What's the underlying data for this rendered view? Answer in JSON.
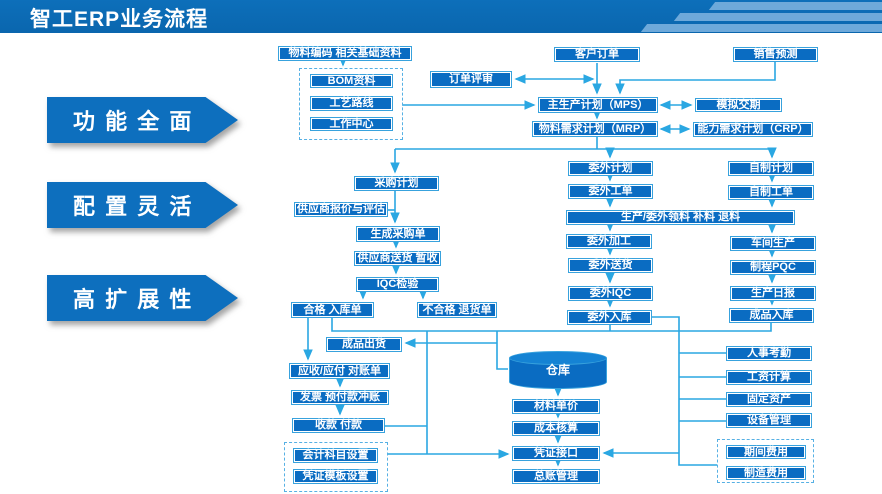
{
  "header": {
    "title": "智工ERP业务流程"
  },
  "ribbons": [
    {
      "label": "功 能 全 面"
    },
    {
      "label": "配 置 灵 活"
    },
    {
      "label": "高 扩 展 性"
    }
  ],
  "colors": {
    "header_bg": "#0a66ae",
    "stripe": "#6ea9da",
    "node_fill": "#0a6cc2",
    "node_border": "#38a2dd",
    "connector": "#2aa7e2",
    "ribbon_fill": "#0d6fbe"
  },
  "nodes": {
    "basic_data": "物料编码  相关基础资料",
    "bom": "BOM资料",
    "routing": "工艺路线",
    "work_center": "工作中心",
    "customer_order": "客户订单",
    "sales_forecast": "销售预测",
    "order_review": "订单评审",
    "mps": "主生产计划（MPS）",
    "delivery_simulation": "模拟交期",
    "mrp": "物料需求计划（MRP）",
    "crp": "能力需求计划（CRP）",
    "purchase_plan": "采购计划",
    "supplier_quote": "供应商报价与评估",
    "create_po": "生成采购单",
    "supplier_delivery": "供应商送货  暂收",
    "iqc": "IQC检验",
    "qualified_receipt": "合格  入库单",
    "unqualified_return": "不合格  退货单",
    "outsource_plan": "委外计划",
    "outsource_order": "委外工单",
    "material_issue": "生产/委外领料  补料  退料",
    "outsource_process": "委外加工",
    "outsource_delivery": "委外送货",
    "outsource_iqc": "委外IQC",
    "outsource_in": "委外入库",
    "self_plan": "自制计划",
    "self_order": "自制工单",
    "workshop": "车间生产",
    "pqc": "制程PQC",
    "daily_report": "生产日报",
    "finished_in": "成品入库",
    "shipment": "成品出货",
    "ar_ap": "应收/应付  对账单",
    "invoice": "发票  预付款冲账",
    "payment": "收款  付款",
    "account_setting": "会计科目设置",
    "voucher_template": "凭证模板设置",
    "warehouse": "仓库",
    "material_price": "材料单价",
    "costing": "成本核算",
    "voucher_interface": "凭证接口",
    "ledger": "总账管理",
    "hr_attendance": "人事考勤",
    "salary": "工资计算",
    "fixed_assets": "固定资产",
    "equipment": "设备管理",
    "period_expense": "期间费用",
    "manufacturing_expense": "制造费用"
  }
}
